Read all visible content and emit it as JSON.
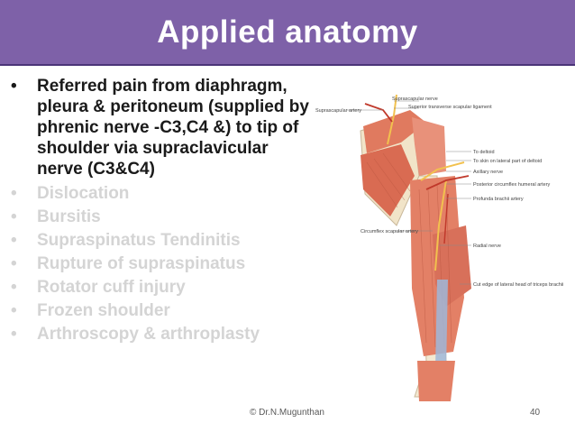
{
  "slide": {
    "title": "Applied anatomy",
    "bullets": [
      {
        "text": "Referred pain from diaphragm, pleura & peritoneum (supplied by phrenic nerve -C3,C4 &) to tip of shoulder via supraclavicular nerve (C3&C4)",
        "style": "main"
      },
      {
        "text": "Dislocation",
        "style": "dim"
      },
      {
        "text": "Bursitis",
        "style": "dim"
      },
      {
        "text": "Supraspinatus Tendinitis",
        "style": "dim"
      },
      {
        "text": "Rupture of supraspinatus",
        "style": "dim"
      },
      {
        "text": "Rotator cuff injury",
        "style": "dim"
      },
      {
        "text": "Frozen shoulder",
        "style": "dim"
      },
      {
        "text": "Arthroscopy & arthroplasty",
        "style": "dim"
      }
    ],
    "bullet_symbol": "•",
    "footer": "© Dr.N.Mugunthan",
    "page_number": "40"
  },
  "figure": {
    "labels": {
      "suprascapular_nerve": "Suprascapular nerve",
      "superior_transverse_scapular_ligament": "Superior transverse scapular ligament",
      "suprascapular_artery": "Suprascapular artery",
      "to_deltoid": "To deltoid",
      "to_skin_lateral_deltoid": "To skin on lateral part of deltoid",
      "axillary_nerve": "Axillary nerve",
      "posterior_circumflex_humeral_artery": "Posterior circumflex humeral artery",
      "profunda_brachii_artery": "Profunda brachii artery",
      "circumflex_scapular_artery": "Circumflex scapular artery",
      "radial_nerve": "Radial nerve",
      "cut_edge_triceps": "Cut edge of lateral head of triceps brachii"
    }
  },
  "colors": {
    "title_bar": "#7e61a8",
    "title_text": "#ffffff",
    "main_text": "#1a1a1a",
    "dim_text": "#d4d4d4",
    "muscle": "#e07a5f",
    "nerve": "#f2c14e",
    "artery": "#c0392b",
    "bone": "#f3e9d2"
  }
}
